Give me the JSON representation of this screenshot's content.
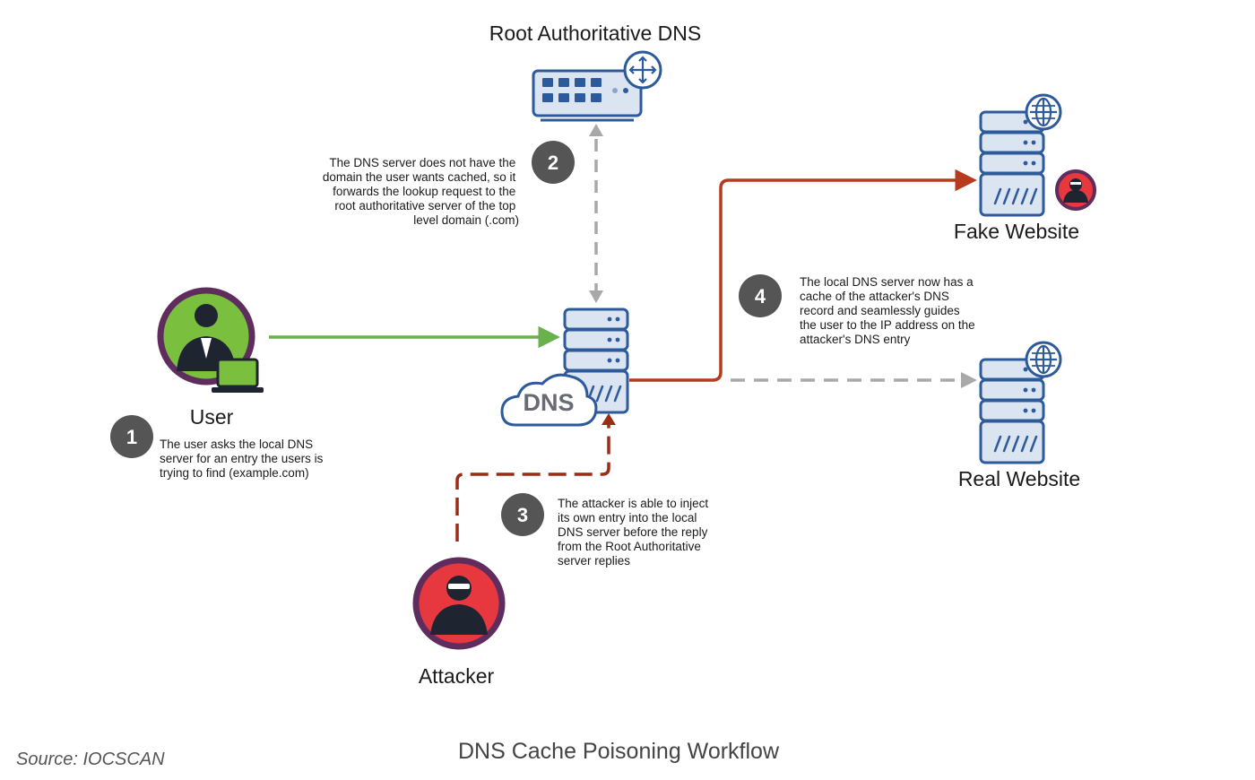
{
  "nodes": {
    "root_dns": "Root Authoritative DNS",
    "user": "User",
    "attacker": "Attacker",
    "fake_website": "Fake Website",
    "real_website": "Real Website",
    "dns_cloud": "DNS"
  },
  "steps": [
    {
      "number": "1",
      "lines": [
        "The user asks the local DNS",
        "server for an entry the users is",
        "trying to find (example.com)"
      ]
    },
    {
      "number": "2",
      "lines": [
        "The DNS server does not have the",
        "domain the user wants cached, so it",
        "forwards the lookup request to the",
        "root authoritative server of the top",
        "level domain (.com)"
      ]
    },
    {
      "number": "3",
      "lines": [
        "The attacker is able to inject",
        "its own entry into the local",
        "DNS server before the reply",
        "from the Root Authoritative",
        "server replies"
      ]
    },
    {
      "number": "4",
      "lines": [
        "The local DNS server now has a",
        "cache of the attacker's DNS",
        "record and seamlessly guides",
        "the user to the IP address on the",
        "attacker's DNS entry"
      ]
    }
  ],
  "caption": "DNS Cache Poisoning Workflow",
  "source": "Source: IOCSCAN",
  "colors": {
    "server_stroke": "#2d5a9b",
    "server_fill": "#dbe4f1",
    "user_ring": "#5e2d5e",
    "user_fill": "#7bbf3f",
    "attacker_fill": "#e8383f",
    "green_arrow": "#6ab04c",
    "red_arrow": "#b83a1e",
    "dark_red_dashed": "#9c2b16",
    "gray_dashed": "#a8a8a8",
    "badge": "#555555"
  }
}
